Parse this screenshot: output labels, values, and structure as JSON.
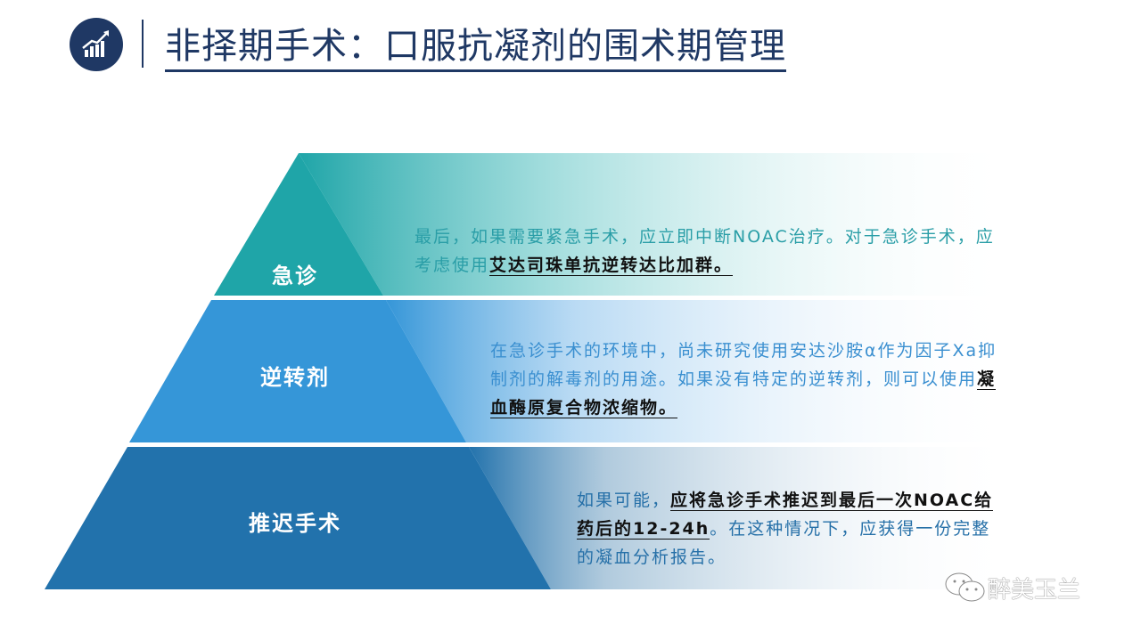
{
  "header": {
    "title": "非择期手术：口服抗凝剂的围术期管理",
    "logo_icon": "bar-chart-growth-icon"
  },
  "pyramid": [
    {
      "label": "急诊",
      "color": "#1fa5a8",
      "text_color": "#2a9ea7",
      "text": "最后，如果需要紧急手术，应立即中断NOAC治疗。对于急诊手术，应考虑使用",
      "bold": "艾达司珠单抗逆转达比加群。",
      "after": ""
    },
    {
      "label": "逆转剂",
      "color": "#3596d8",
      "text_color": "#3a8fd0",
      "text": "在急诊手术的环境中，尚未研究使用安达沙胺α作为因子Xa抑制剂的解毒剂的用途。如果没有特定的逆转剂，则可以使用",
      "bold": "凝血酶原复合物浓缩物。",
      "after": ""
    },
    {
      "label": "推迟手术",
      "color": "#2272ac",
      "text_color": "#2670a8",
      "text": "如果可能，",
      "bold": "应将急诊手术推迟到最后一次NOAC给药后的12-24h",
      "after": "。在这种情况下，应获得一份完整的凝血分析报告。"
    }
  ],
  "watermark": {
    "text": "醉美玉兰",
    "icon": "wechat-icon"
  }
}
